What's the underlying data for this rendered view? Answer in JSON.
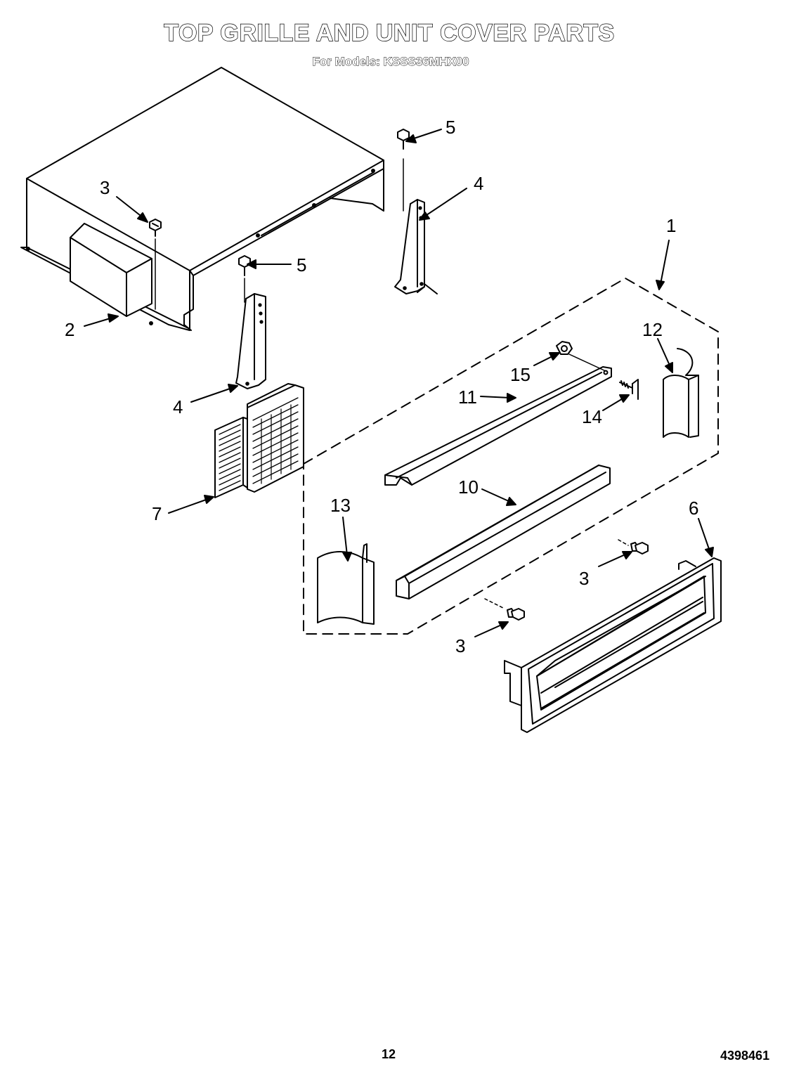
{
  "title": "TOP GRILLE AND UNIT COVER PARTS",
  "subtitle": "For Models: KSSS36MHX00",
  "page_number": "12",
  "document_number": "4398461",
  "callouts": {
    "c1": "1",
    "c2": "2",
    "c3a": "3",
    "c3b": "3",
    "c3c": "3",
    "c4a": "4",
    "c4b": "4",
    "c5a": "5",
    "c5b": "5",
    "c6": "6",
    "c7": "7",
    "c10": "10",
    "c11": "11",
    "c12": "12",
    "c13": "13",
    "c14": "14",
    "c15": "15"
  }
}
